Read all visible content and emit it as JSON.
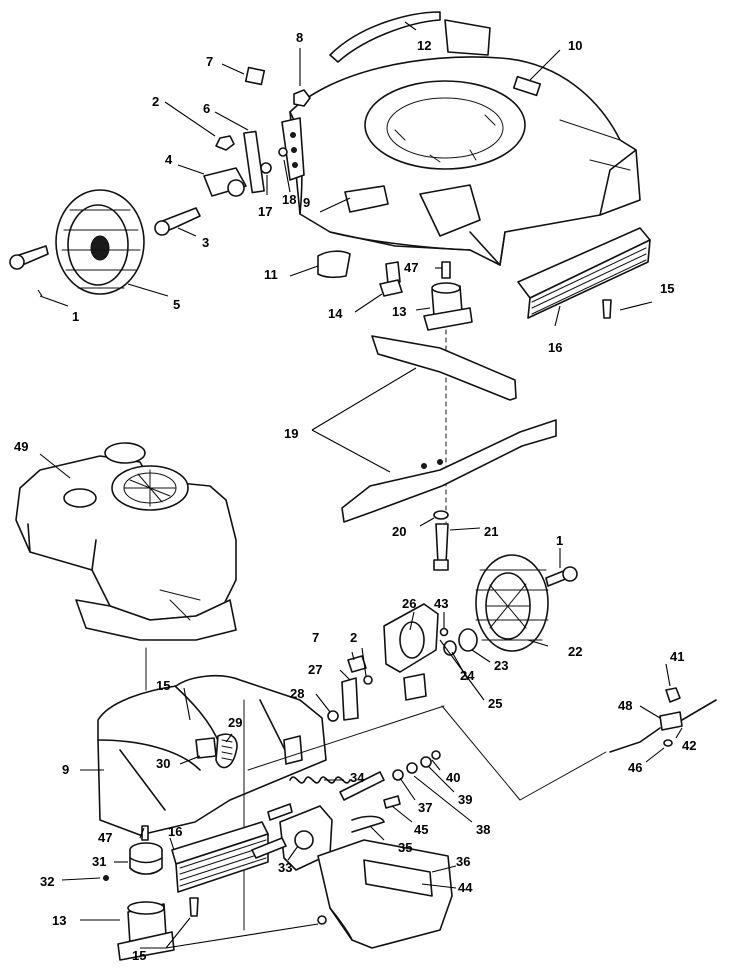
{
  "callouts": [
    {
      "id": "c1a",
      "text": "1"
    },
    {
      "id": "c2a",
      "text": "2"
    },
    {
      "id": "c3",
      "text": "3"
    },
    {
      "id": "c4",
      "text": "4"
    },
    {
      "id": "c5",
      "text": "5"
    },
    {
      "id": "c6",
      "text": "6"
    },
    {
      "id": "c7a",
      "text": "7"
    },
    {
      "id": "c8",
      "text": "8"
    },
    {
      "id": "c9a",
      "text": "9"
    },
    {
      "id": "c10",
      "text": "10"
    },
    {
      "id": "c11",
      "text": "11"
    },
    {
      "id": "c12",
      "text": "12"
    },
    {
      "id": "c13a",
      "text": "13"
    },
    {
      "id": "c14",
      "text": "14"
    },
    {
      "id": "c15a",
      "text": "15"
    },
    {
      "id": "c16a",
      "text": "16"
    },
    {
      "id": "c17",
      "text": "17"
    },
    {
      "id": "c18",
      "text": "18"
    },
    {
      "id": "c19",
      "text": "19"
    },
    {
      "id": "c20",
      "text": "20"
    },
    {
      "id": "c21",
      "text": "21"
    },
    {
      "id": "c47a",
      "text": "47"
    },
    {
      "id": "c49",
      "text": "49"
    },
    {
      "id": "c1b",
      "text": "1"
    },
    {
      "id": "c22",
      "text": "22"
    },
    {
      "id": "c23",
      "text": "23"
    },
    {
      "id": "c24",
      "text": "24"
    },
    {
      "id": "c25",
      "text": "25"
    },
    {
      "id": "c26",
      "text": "26"
    },
    {
      "id": "c43",
      "text": "43"
    },
    {
      "id": "c7b",
      "text": "7"
    },
    {
      "id": "c2b",
      "text": "2"
    },
    {
      "id": "c27",
      "text": "27"
    },
    {
      "id": "c28",
      "text": "28"
    },
    {
      "id": "c15b",
      "text": "15"
    },
    {
      "id": "c29",
      "text": "29"
    },
    {
      "id": "c30",
      "text": "30"
    },
    {
      "id": "c9b",
      "text": "9"
    },
    {
      "id": "c41",
      "text": "41"
    },
    {
      "id": "c48",
      "text": "48"
    },
    {
      "id": "c42",
      "text": "42"
    },
    {
      "id": "c46",
      "text": "46"
    },
    {
      "id": "c40",
      "text": "40"
    },
    {
      "id": "c39",
      "text": "39"
    },
    {
      "id": "c34",
      "text": "34"
    },
    {
      "id": "c37",
      "text": "37"
    },
    {
      "id": "c38",
      "text": "38"
    },
    {
      "id": "c45",
      "text": "45"
    },
    {
      "id": "c35",
      "text": "35"
    },
    {
      "id": "c47b",
      "text": "47"
    },
    {
      "id": "c16b",
      "text": "16"
    },
    {
      "id": "c31",
      "text": "31"
    },
    {
      "id": "c32",
      "text": "32"
    },
    {
      "id": "c33",
      "text": "33"
    },
    {
      "id": "c36",
      "text": "36"
    },
    {
      "id": "c44",
      "text": "44"
    },
    {
      "id": "c13b",
      "text": "13"
    },
    {
      "id": "c15c",
      "text": "15"
    }
  ],
  "parts": [
    {
      "name": "wheel-icon"
    },
    {
      "name": "deck-housing-icon"
    },
    {
      "name": "engine-icon"
    },
    {
      "name": "blade-icon"
    },
    {
      "name": "rear-housing-icon"
    },
    {
      "name": "control-cable-icon"
    }
  ]
}
